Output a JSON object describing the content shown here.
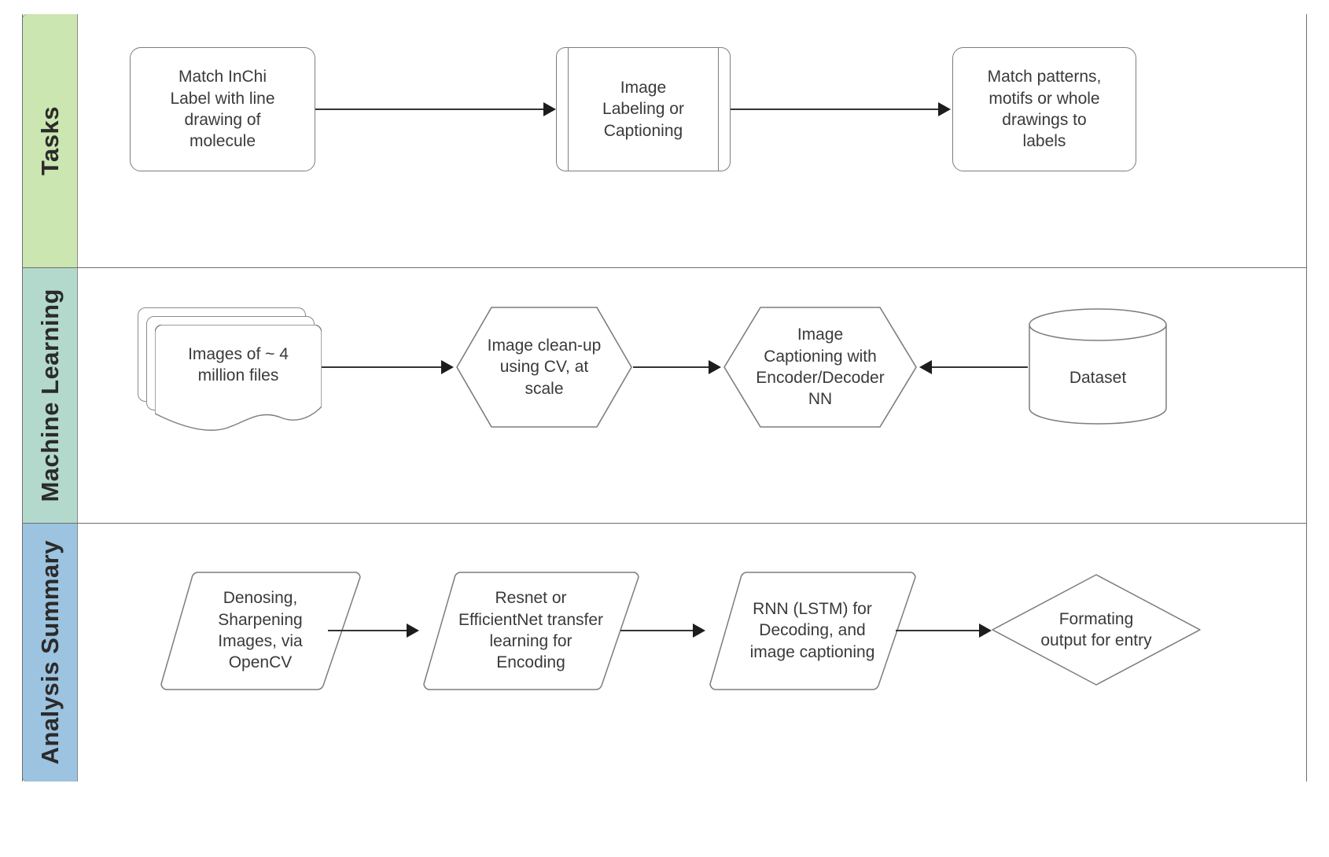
{
  "diagram": {
    "title": "Swimlane process flow",
    "lane_colors": {
      "tasks": "#cbe6b0",
      "machine_learning": "#b3d9cc",
      "analysis_summary": "#9cc3e0"
    },
    "line_color": "#7d7d7d",
    "arrow_color": "#1d1d1d"
  },
  "lanes": [
    {
      "id": "tasks",
      "label": "Tasks",
      "nodes": [
        {
          "id": "match-inchi",
          "shape": "rounded-rectangle",
          "text": "Match InChi\nLabel with line\ndrawing of\nmolecule"
        },
        {
          "id": "image-labeling",
          "shape": "predefined-process",
          "text": "Image\nLabeling or\nCaptioning"
        },
        {
          "id": "match-patterns",
          "shape": "rounded-rectangle",
          "text": "Match patterns,\nmotifs or whole\ndrawings to\nlabels"
        }
      ],
      "connectors": [
        {
          "id": "tasks-c1",
          "from": "match-inchi",
          "to": "image-labeling",
          "direction": "right"
        },
        {
          "id": "tasks-c2",
          "from": "image-labeling",
          "to": "match-patterns",
          "direction": "right"
        }
      ]
    },
    {
      "id": "machine_learning",
      "label": "Machine Learning",
      "nodes": [
        {
          "id": "images-files",
          "shape": "multi-document",
          "text": "Images of ~ 4\nmillion files"
        },
        {
          "id": "image-cleanup",
          "shape": "hexagon",
          "text": "Image clean-up\nusing CV, at\nscale"
        },
        {
          "id": "image-captioning-nn",
          "shape": "hexagon",
          "text": "Image\nCaptioning with\nEncoder/Decoder\nNN"
        },
        {
          "id": "dataset",
          "shape": "cylinder",
          "text": "Dataset"
        }
      ],
      "connectors": [
        {
          "id": "ml-c1",
          "from": "images-files",
          "to": "image-cleanup",
          "direction": "right"
        },
        {
          "id": "ml-c2",
          "from": "image-cleanup",
          "to": "image-captioning-nn",
          "direction": "right"
        },
        {
          "id": "ml-c3",
          "from": "dataset",
          "to": "image-captioning-nn",
          "direction": "left"
        }
      ]
    },
    {
      "id": "analysis_summary",
      "label": "Analysis Summary",
      "nodes": [
        {
          "id": "denoising",
          "shape": "parallelogram",
          "text": "Denosing,\nSharpening\nImages, via\nOpenCV"
        },
        {
          "id": "transfer-learning",
          "shape": "parallelogram",
          "text": "Resnet or\nEfficientNet  transfer\nlearning for\nEncoding"
        },
        {
          "id": "rnn-lstm",
          "shape": "parallelogram",
          "text": "RNN  (LSTM) for\nDecoding, and\nimage captioning"
        },
        {
          "id": "formatting-output",
          "shape": "diamond",
          "text": "Formating\noutput for entry"
        }
      ],
      "connectors": [
        {
          "id": "as-c1",
          "from": "denoising",
          "to": "transfer-learning",
          "direction": "right"
        },
        {
          "id": "as-c2",
          "from": "transfer-learning",
          "to": "rnn-lstm",
          "direction": "right"
        },
        {
          "id": "as-c3",
          "from": "rnn-lstm",
          "to": "formatting-output",
          "direction": "right"
        }
      ]
    }
  ]
}
